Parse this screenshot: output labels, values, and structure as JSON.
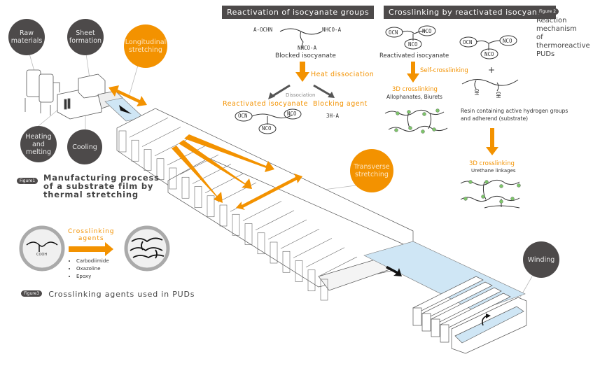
{
  "figure1": {
    "badge": "Figure1",
    "caption_lines": [
      "Manufacturing process",
      "of a substrate film by",
      "thermal stretching"
    ],
    "steps": {
      "raw_materials": [
        "Raw",
        "materials"
      ],
      "sheet_formation": [
        "Sheet",
        "formation"
      ],
      "longitudinal_stretching": [
        "Longitudinal",
        "stretching"
      ],
      "heating_melting": [
        "Heating",
        "and",
        "melting"
      ],
      "cooling": "Cooling",
      "transverse_stretching": [
        "Transverse",
        "stretching"
      ],
      "winding": "Winding"
    }
  },
  "figure2": {
    "badge": "Figure 2",
    "caption_lines": [
      "Reaction",
      "mechanism",
      "of",
      "thermoreactive",
      "PUDs"
    ],
    "reactivation": {
      "header": "Reactivation of isocyanate groups",
      "blocked_left": "A-OCHN",
      "blocked_right": "NHCO-A",
      "blocked_bottom": "NHCO-A",
      "blocked_label": "Blocked isocyanate",
      "heat_label": "Heat dissociation",
      "dissociation_label": "Dissociation",
      "reactivated_label": "Reactivated isocyanate",
      "blocking_agent_label": "Blocking agent",
      "nco_left": "OCN",
      "nco_right": "NCO",
      "nco_bottom": "NCO",
      "blocking_agent_formula": "3H-A"
    },
    "crosslinking": {
      "header": "Crosslinking by reactivated isocyanate",
      "reactivated_label": "Reactivated isocyanate",
      "self_crosslinking": "Self-crosslinking",
      "crosslinking_3d_a": "3D crosslinking",
      "allophanates": "Allophanates, Biurets",
      "plus": "+",
      "oh": "OH",
      "resin_label_lines": [
        "Resin containing active hydrogen groups",
        "and adherend (substrate)"
      ],
      "crosslinking_3d_b": "3D crosslinking",
      "urethane": "Urethane linkages"
    }
  },
  "figure3": {
    "badge": "Figure3",
    "caption": "Crosslinking agents used in PUDs",
    "agents_label": [
      "Crosslinking",
      "agents"
    ],
    "cooh": "COOH",
    "agents": [
      "Carbodiimide",
      "Oxazoline",
      "Epoxy"
    ]
  },
  "colors": {
    "accent": "#f39200",
    "dark": "#4d4a4a",
    "film": "#cfe6f5",
    "node": "#7dc46a"
  }
}
